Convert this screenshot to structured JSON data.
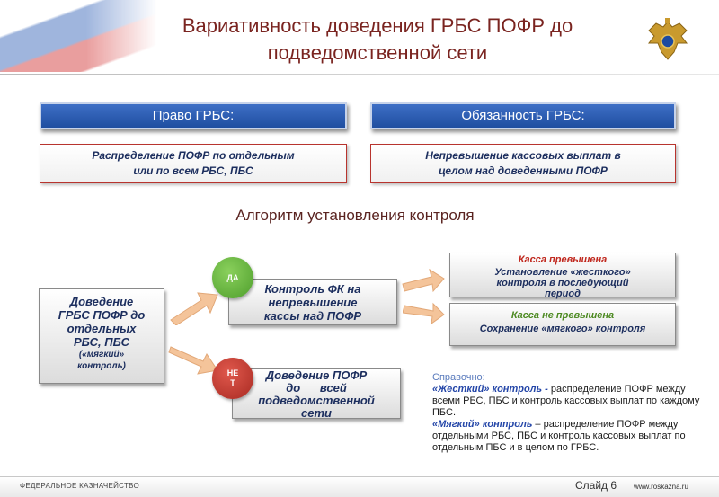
{
  "header": {
    "title_line1": "Вариативность доведения ГРБС  ПОФР до",
    "title_line2": "подведомственной сети",
    "emblem_icon": "double-headed-eagle-emblem"
  },
  "rights": {
    "label": "Право ГРБС:",
    "text_line1": "Распределение ПОФР по отдельным",
    "text_line2": "или по всем  РБС, ПБС"
  },
  "duty": {
    "label": "Обязанность ГРБС:",
    "text_line1": "Непревышение кассовых выплат в",
    "text_line2": "целом над доведенными ПОФР"
  },
  "algorithm": {
    "title": "Алгоритм установления контроля",
    "source_box": [
      "Доведение",
      "ГРБС ПОФР до",
      "отдельных",
      "РБС, ПБС",
      "(«мягкий»",
      "контроль)"
    ],
    "yes_label": "ДА",
    "no_label_line1": "НЕ",
    "no_label_line2": "Т",
    "control_box": [
      "Контроль ФК на",
      "непревышение",
      "кассы над ПОФР"
    ],
    "all_box": [
      "Доведение ПОФР",
      "до      всей",
      "подведомственной",
      "сети"
    ],
    "exceeded_label": "Касса превышена",
    "exceeded_box": [
      "Установление «жесткого»",
      "контроля в последующий",
      "период"
    ],
    "not_exceeded_label": "Касса не превышена",
    "not_exceeded_text": "Сохранение «мягкого» контроля"
  },
  "reference": {
    "heading": "Справочно:",
    "hard_term": "«Жесткий» контроль - ",
    "hard_text": "распределение ПОФР между всеми РБС, ПБС и контроль кассовых выплат по каждому ПБС.",
    "soft_term": "«Мягкий» контроль",
    "soft_text": " – распределение ПОФР между отдельными РБС, ПБС и контроль кассовых выплат по отдельным ПБС и в целом по ГРБС."
  },
  "footer": {
    "org": "ФЕДЕРАЛЬНОЕ КАЗНАЧЕЙСТВО",
    "slide": "Слайд 6",
    "url": "www.roskazna.ru"
  },
  "colors": {
    "title": "#7a2420",
    "bar_blue": "#2a5bb0",
    "exceeded_red": "#c0281e",
    "not_exceeded_green": "#4d8a22",
    "arrow_peach": "#f4c49a"
  }
}
